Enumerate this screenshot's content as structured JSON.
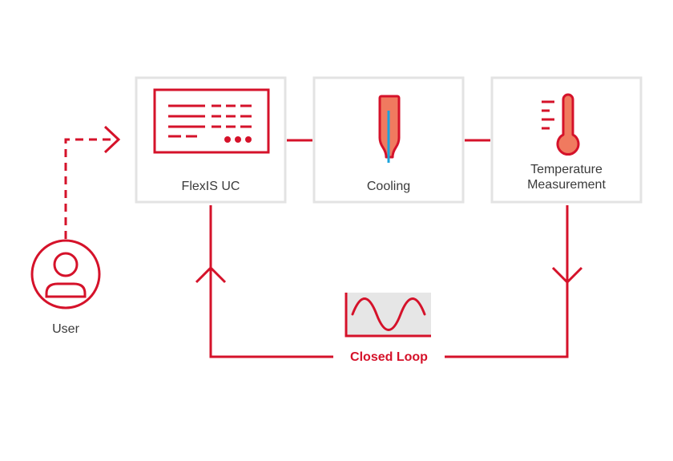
{
  "colors": {
    "accent": "#d5122a",
    "box_border": "#e3e3e3",
    "fill_light": "#f07a5f",
    "probe": "#1aa3dc",
    "graph_bg": "#e6e6e6",
    "text": "#3a3a3a"
  },
  "nodes": {
    "controller": {
      "label": "FlexIS UC",
      "icon": "controller-panel-icon"
    },
    "cooling": {
      "label": "Cooling",
      "icon": "cooling-probe-icon"
    },
    "temperature": {
      "label_line1": "Temperature",
      "label_line2": "Measurement",
      "icon": "thermometer-icon"
    },
    "user": {
      "label": "User",
      "icon": "user-icon"
    }
  },
  "loop": {
    "label": "Closed Loop",
    "icon": "sine-wave-graph-icon"
  }
}
